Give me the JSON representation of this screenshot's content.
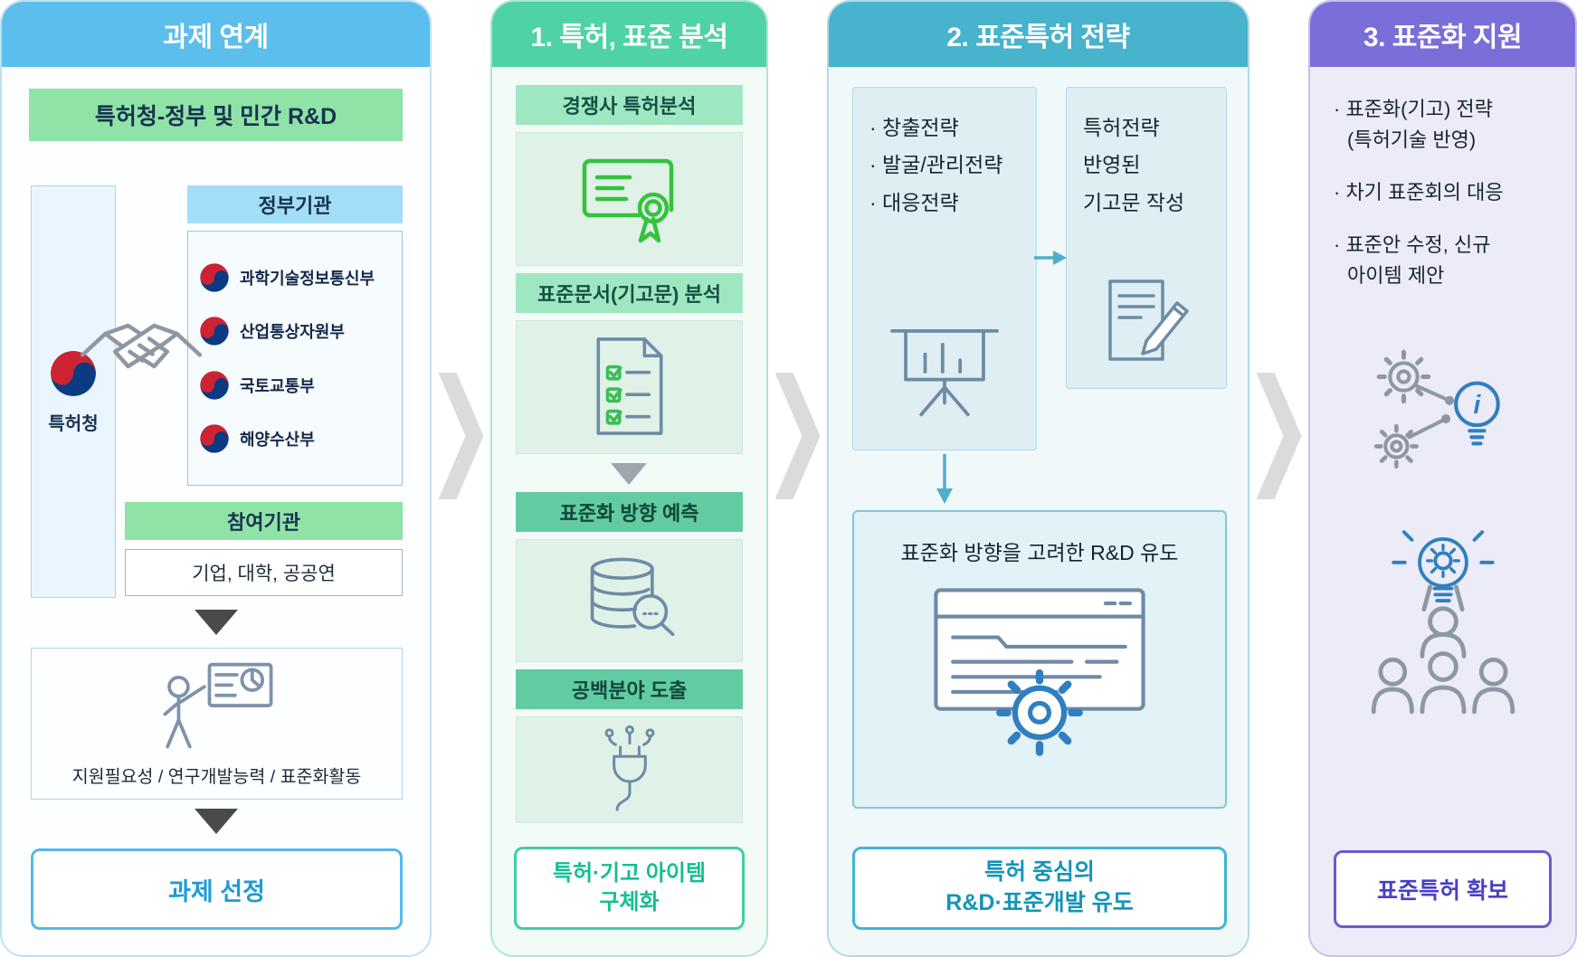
{
  "colors": {
    "col1_accent": "#5CBEEC",
    "col2_accent": "#4FD3A4",
    "col3_accent": "#47B3CC",
    "col4_accent": "#7A6ED9",
    "green_bar": "#8FE3A6",
    "blue_bar": "#A4DDF6",
    "dark_arrow": "#4A4A4A",
    "chevron_gray": "#DBDBDB"
  },
  "col1": {
    "header": "과제 연계",
    "top_bar": "특허청-정부 및 민간 R&D",
    "kipo_label": "특허청",
    "gov_bar": "정부기관",
    "ministries": [
      "과학기술정보통신부",
      "산업통상자원부",
      "국토교통부",
      "해양수산부"
    ],
    "participant_bar": "참여기관",
    "participant_members": "기업, 대학, 공공연",
    "criteria": "지원필요성 / 연구개발능력 / 표준화활동",
    "result": "과제 선정"
  },
  "col2": {
    "header": "1. 특허, 표준 분석",
    "step1": "경쟁사 특허분석",
    "step2": "표준문서(기고문) 분석",
    "step3": "표준화 방향 예측",
    "step4": "공백분야 도출",
    "result_line1": "특허·기고 아이템",
    "result_line2": "구체화"
  },
  "col3": {
    "header": "2. 표준특허 전략",
    "strategies": [
      "· 창출전략",
      "· 발굴/관리전략",
      "· 대응전략"
    ],
    "contribution_lines": [
      "특허전략",
      "반영된",
      "기고문 작성"
    ],
    "rnd_title": "표준화 방향을 고려한 R&D 유도",
    "result_line1": "특허 중심의",
    "result_line2": "R&D·표준개발 유도"
  },
  "col4": {
    "header": "3. 표준화 지원",
    "bullet1_line1": "· 표준화(기고) 전략",
    "bullet1_line2": "(특허기술 반영)",
    "bullet2": "· 차기 표준회의 대응",
    "bullet3_line1": "· 표준안 수정, 신규",
    "bullet3_line2": "아이템 제안",
    "info_bulb_letter": "i",
    "result": "표준특허 확보"
  }
}
